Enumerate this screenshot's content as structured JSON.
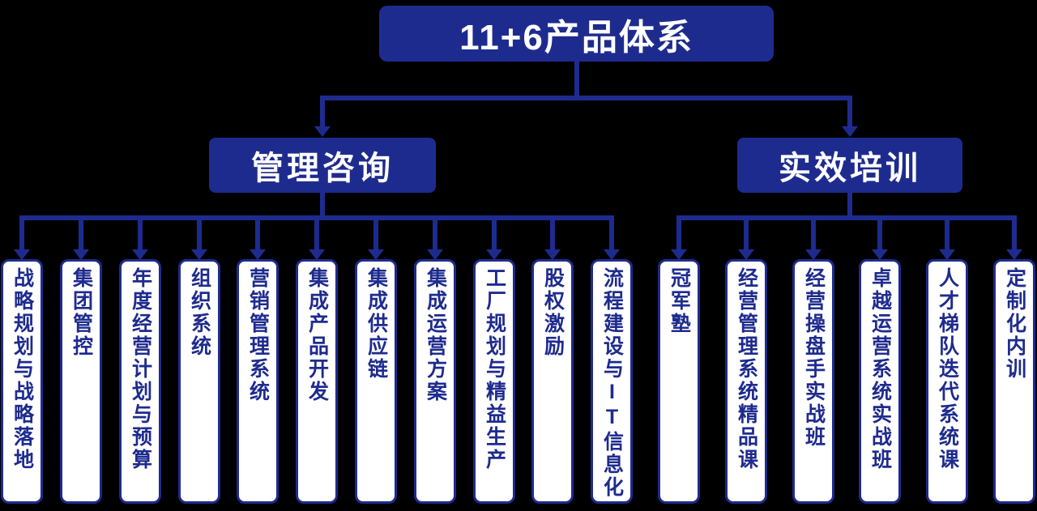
{
  "colors": {
    "primary": "#1e2b8e",
    "box_bg": "#ffffff",
    "background": "#000000"
  },
  "root": {
    "title": "11+6产品体系"
  },
  "branches": {
    "left": {
      "label": "管理咨询",
      "items": [
        "战略规划与战略落地",
        "集团管控",
        "年度经营计划与预算",
        "组织系统",
        "营销管理系统",
        "集成产品开发",
        "集成供应链",
        "集成运营方案",
        "工厂规划与精益生产",
        "股权激励",
        "流程建设与IT信息化"
      ]
    },
    "right": {
      "label": "实效培训",
      "items": [
        "冠军塾",
        "经营管理系统精品课",
        "经营操盘手实战班",
        "卓越运营系统实战班",
        "人才梯队迭代系统课",
        "定制化内训"
      ]
    }
  }
}
